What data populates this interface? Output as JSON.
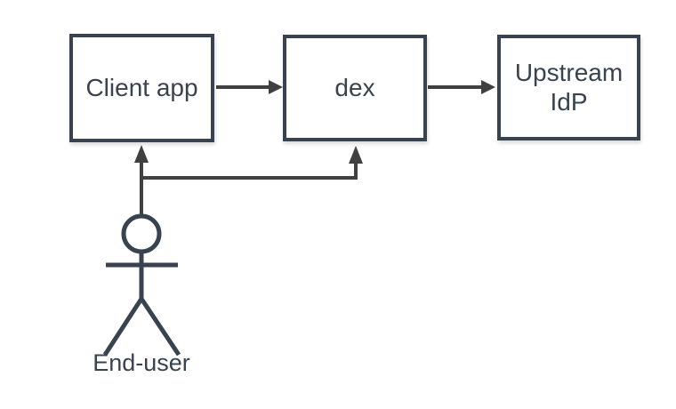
{
  "diagram": {
    "nodes": [
      {
        "id": "client-app",
        "label": "Client app"
      },
      {
        "id": "dex",
        "label": "dex"
      },
      {
        "id": "upstream-idp",
        "label": "Upstream IdP"
      }
    ],
    "actor": {
      "id": "end-user",
      "label": "End-user"
    },
    "edges": [
      {
        "from": "client-app",
        "to": "dex",
        "direction": "right"
      },
      {
        "from": "dex",
        "to": "upstream-idp",
        "direction": "right"
      },
      {
        "from": "end-user",
        "to": "client-app",
        "direction": "up"
      },
      {
        "from": "end-user",
        "to": "dex",
        "direction": "up-elbow"
      }
    ],
    "colors": {
      "node_border": "#39434F",
      "node_fill": "#FFFFFF",
      "text": "#39434F",
      "arrow": "#404040",
      "background": "#FFFFFF"
    }
  }
}
